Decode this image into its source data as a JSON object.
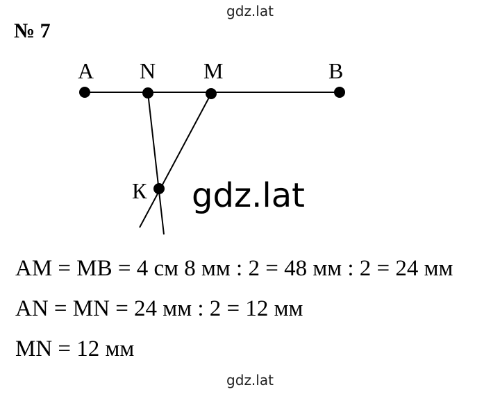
{
  "watermark": {
    "top": "gdz.lat",
    "center": "gdz.lat",
    "bottom": "gdz.lat"
  },
  "problem_number": "№ 7",
  "diagram": {
    "points": {
      "A": "A",
      "N": "N",
      "M": "M",
      "B": "B",
      "K": "К"
    }
  },
  "equations": [
    "AM = MB = 4 см 8 мм : 2 = 48 мм : 2 = 24 мм",
    "AN = MN = 24 мм : 2 = 12 мм",
    "MN = 12 мм"
  ],
  "colors": {
    "ink": "#000000",
    "background": "#ffffff"
  }
}
